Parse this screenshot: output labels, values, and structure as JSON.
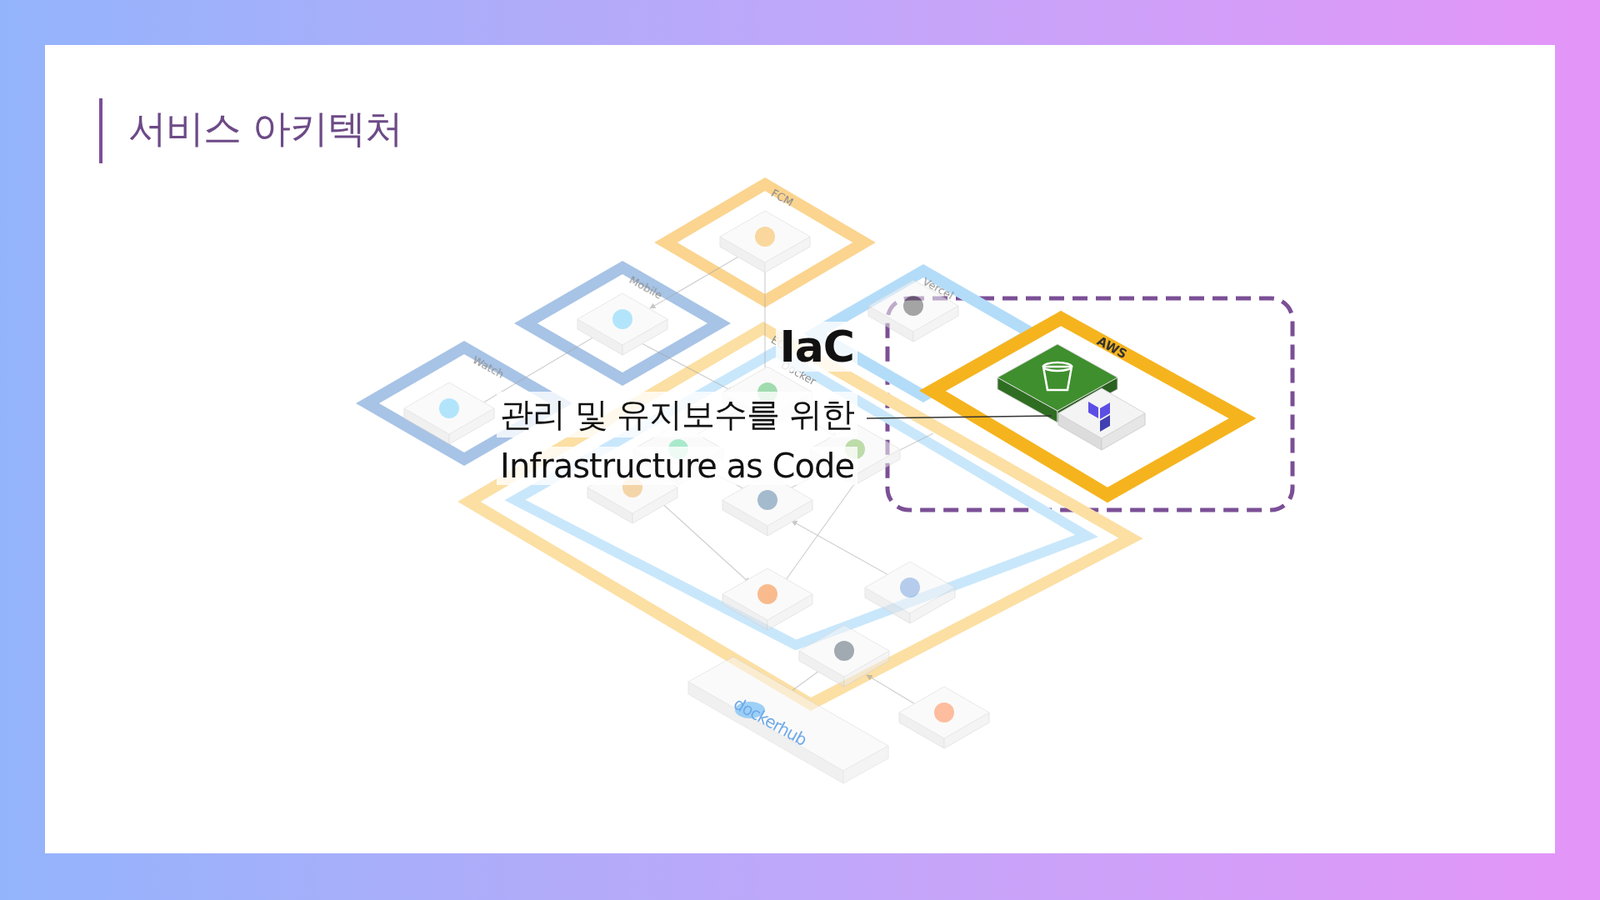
{
  "diagram": {
    "title": "서비스 아키텍처",
    "nodes": [
      {
        "text": [
          "FCM"
        ]
      },
      {
        "text": [
          "Mobile"
        ]
      },
      {
        "text": [
          "Vercel"
        ]
      },
      {
        "text": [
          "Watch"
        ]
      },
      {
        "text": [
          "EC2"
        ]
      },
      {
        "text": [
          "Docker"
        ],
        "in": 4
      },
      {
        "text": [
          "AWS"
        ]
      }
    ],
    "labels": [
      "IaC",
      "관리 및 유지보수를 위한",
      "Infrastructure as Code",
      "dockerhub"
    ]
  }
}
